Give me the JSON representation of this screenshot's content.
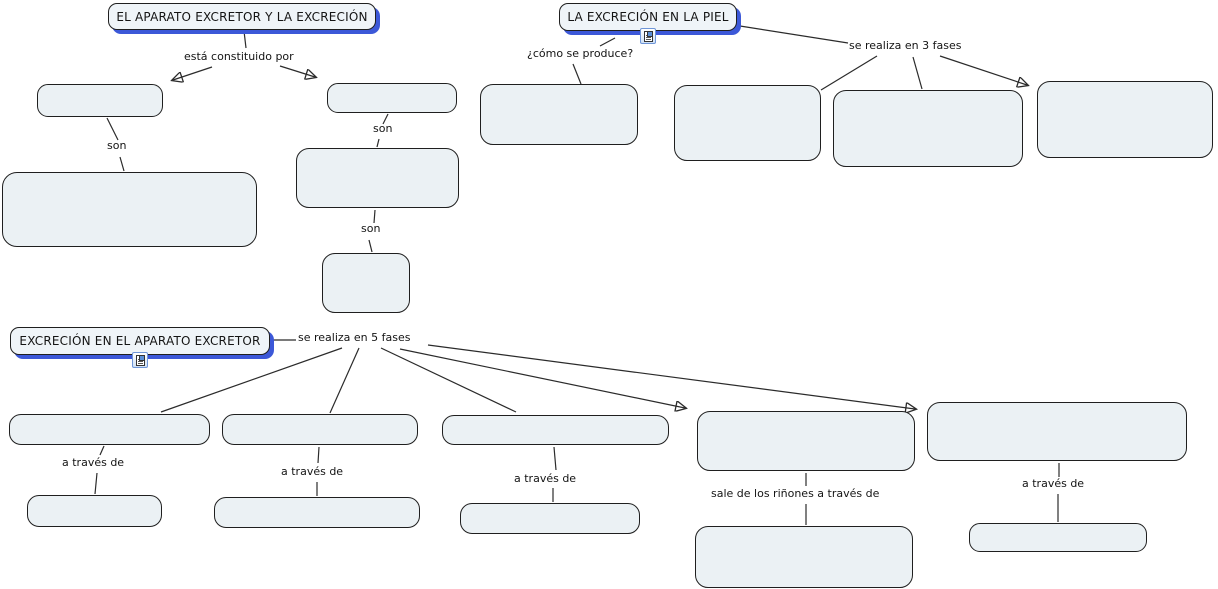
{
  "diagram": {
    "type": "concept-map",
    "language": "es",
    "titles": {
      "main": "EL APARATO EXCRETOR Y LA EXCRECIÓN",
      "piel": "LA EXCRECIÓN EN LA PIEL",
      "aparato": "EXCRECIÓN EN EL APARATO EXCRETOR"
    },
    "linking_phrases": {
      "constituido": "está constituido por",
      "son": "son",
      "como_se_produce": "¿cómo se produce?",
      "tres_fases": "se realiza en 3 fases",
      "cinco_fases": "se realiza en 5 fases",
      "a_traves_de": "a través de",
      "sale_rinones": "sale de los riñones a través de"
    },
    "icons": {
      "resource": "document-resource-icon"
    },
    "empty_box_count": 19,
    "colors": {
      "background": "#ffffff",
      "box_fill": "#ebf1f4",
      "box_border": "#1f1f1f",
      "title_fill": "#eff4f8",
      "title_shadow": "#3c58d8",
      "connector": "#2b2b2b"
    }
  }
}
